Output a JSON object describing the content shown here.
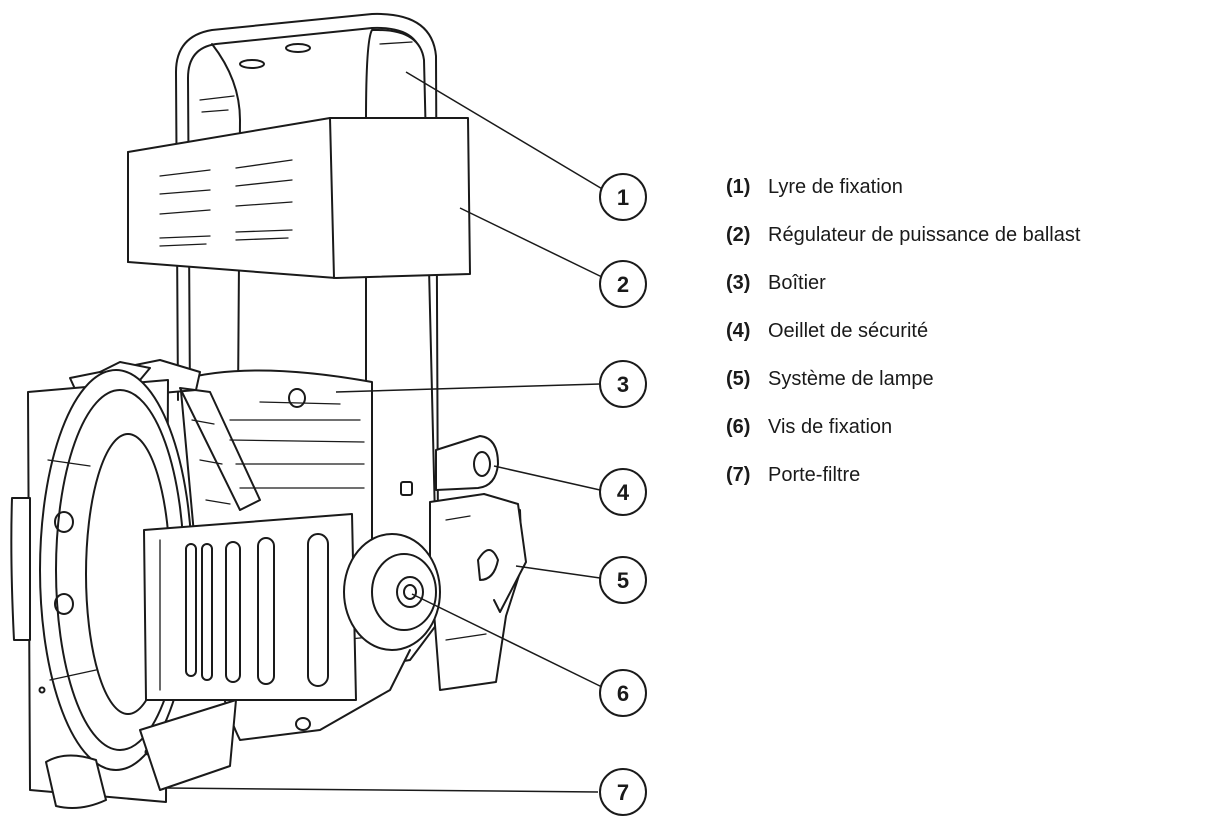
{
  "callouts": [
    {
      "number": "1",
      "label": "Lyre de fixation"
    },
    {
      "number": "2",
      "label": "Régulateur de puissance de ballast"
    },
    {
      "number": "3",
      "label": "Boîtier"
    },
    {
      "number": "4",
      "label": "Oeillet de sécurité"
    },
    {
      "number": "5",
      "label": "Système de lampe"
    },
    {
      "number": "6",
      "label": "Vis de fixation"
    },
    {
      "number": "7",
      "label": "Porte-filtre"
    }
  ],
  "legend_prefix": [
    "(1)",
    "(2)",
    "(3)",
    "(4)",
    "(5)",
    "(6)",
    "(7)"
  ]
}
